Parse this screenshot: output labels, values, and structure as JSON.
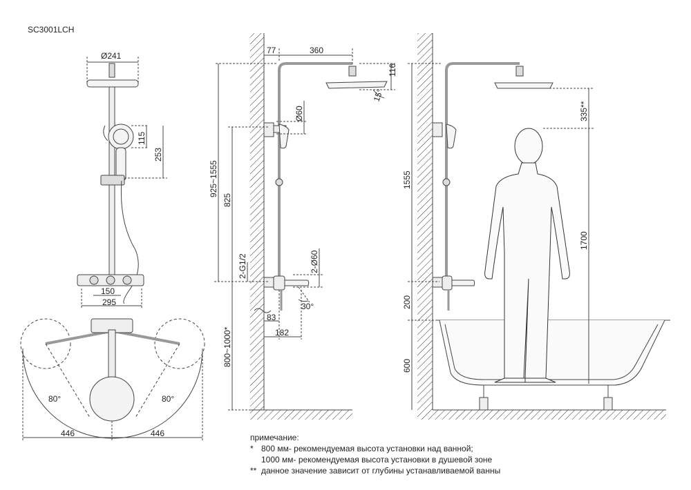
{
  "model": "SC3001LCH",
  "front_view": {
    "head_diameter": "Ø241",
    "holder_height": "115",
    "bar_to_holder": "253",
    "mixer_width": "150",
    "mixer_overall": "295",
    "swing_angle_left": "80°",
    "swing_angle_right": "80°",
    "reach_left": "446",
    "reach_right": "446"
  },
  "side_view": {
    "wall_offset": "77",
    "arm_length": "360",
    "head_height": "116",
    "head_tilt": "15°",
    "bar_diameter": "Ø60",
    "bar_range": "925~1555",
    "bar_height": "825",
    "inlet_thread": "2-G1/2",
    "inlet_diameter": "2-Ø60",
    "install_height": "800~1000*",
    "spout_angle": "30°",
    "spout_offset": "83",
    "spout_reach": "182"
  },
  "bath_view": {
    "total_height": "1555",
    "head_clearance": "335**",
    "person_height": "1700",
    "above_bath": "200",
    "bath_height": "600"
  },
  "notes": {
    "title": "примечание:",
    "line1_mark": "*",
    "line1": "800 мм- рекомендуемая высота установки над ванной;",
    "line2": "1000 мм- рекомендуемая высота установки в душевой зоне",
    "line3_mark": "**",
    "line3": "данное значение зависит от глубины устанавливаемой ванны"
  }
}
